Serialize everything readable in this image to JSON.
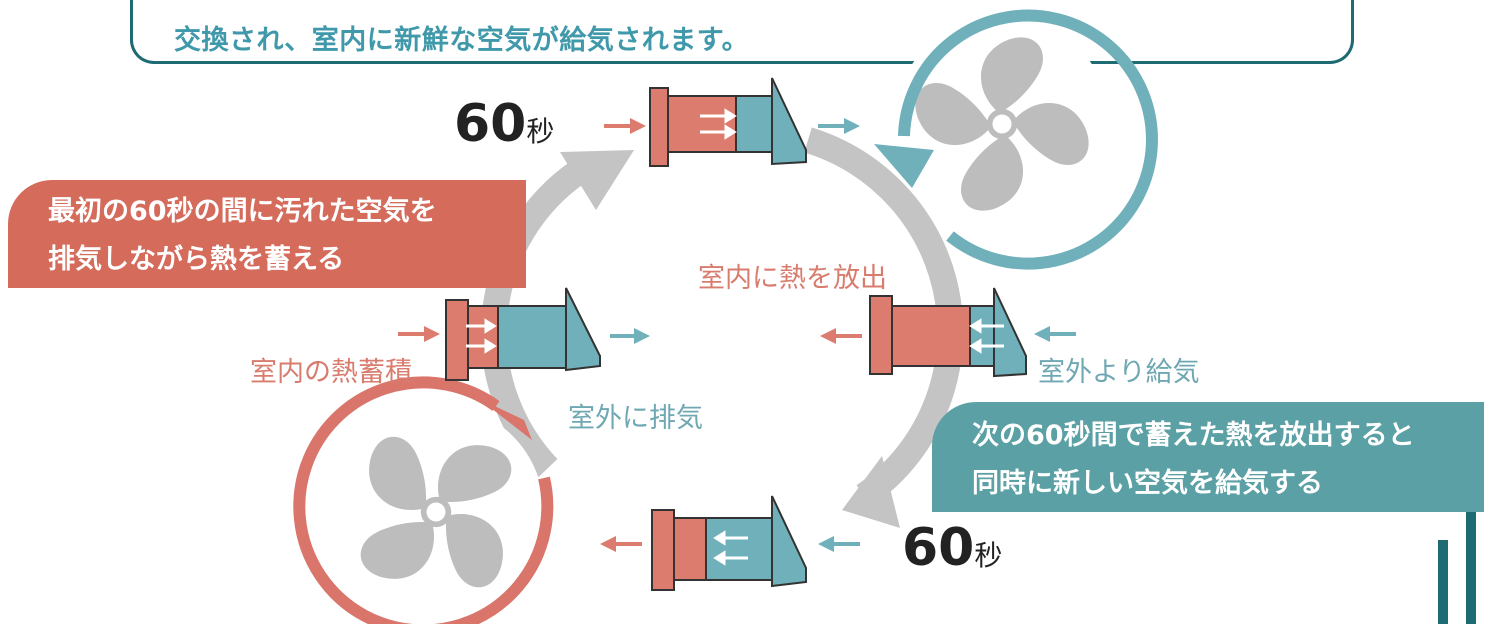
{
  "header": {
    "text": "交換され、室内に新鮮な空気が給気されます。"
  },
  "callouts": {
    "left": [
      "最初の60秒の間に汚れた空気を",
      "排気しながら熱を蓄える"
    ],
    "right": [
      "次の60秒間で蓄えた熱を放出すると",
      "同時に新しい空気を給気する"
    ]
  },
  "labels": {
    "heat_release": "室内に熱を放出",
    "indoor_heat_storage": "室内の熱蓄積",
    "outdoor_exhaust": "室外に排気",
    "outdoor_supply": "室外より給気"
  },
  "timers": {
    "top": {
      "value": "60",
      "unit": "秒"
    },
    "bottom": {
      "value": "60",
      "unit": "秒"
    }
  },
  "colors": {
    "red": "#d46b5b",
    "teal": "#5aa0a4",
    "dark_teal": "#1e6b73",
    "gray": "#c4c4c4"
  },
  "icons": [
    "fan-icon",
    "rotation-arrow-icon",
    "ventilator-unit-icon",
    "flow-arrow-icon",
    "cycle-arrow-icon"
  ]
}
